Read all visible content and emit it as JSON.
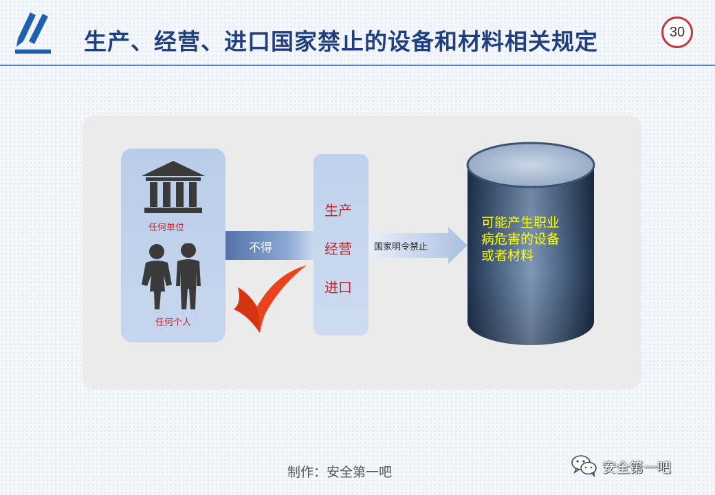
{
  "header": {
    "title": "生产、经营、进口国家禁止的设备和材料相关规定",
    "page_number": "30",
    "logo_icon": "pencil-icon"
  },
  "diagram": {
    "subjects": {
      "unit_label": "任何单位",
      "unit_icon": "bank-building-icon",
      "person_label": "任何个人",
      "person_icon": "people-icon"
    },
    "prohibit_arrow": {
      "label": "不得",
      "mark_icon": "red-cross-icon"
    },
    "actions": [
      "生产",
      "经营",
      "进口"
    ],
    "ban_arrow": {
      "label": "国家明令禁止"
    },
    "target": {
      "lines": [
        "可能产生职业",
        "病危害的设备",
        "或者材料"
      ]
    }
  },
  "footer": {
    "credit": "制作：安全第一吧",
    "watermark": "安全第一吧",
    "watermark_icon": "wechat-icon"
  },
  "colors": {
    "title": "#1f3f80",
    "accent_red": "#c0272d",
    "cross_orange": "#e8431c",
    "target_text": "#ffff00",
    "panel_blue": "#bfd2ec"
  }
}
